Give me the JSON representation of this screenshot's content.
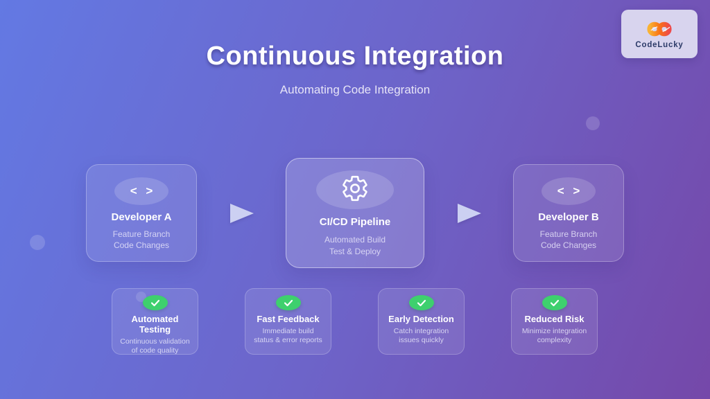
{
  "header": {
    "title": "Continuous Integration",
    "subtitle": "Automating Code Integration"
  },
  "logo": {
    "name": "CodeLucky",
    "icon": "infinity-icon"
  },
  "flow": {
    "nodes": [
      {
        "icon": "code-icon",
        "glyph": "< >",
        "title": "Developer A",
        "desc_line1": "Feature Branch",
        "desc_line2": "Code Changes"
      },
      {
        "icon": "gear-icon",
        "title": "CI/CD Pipeline",
        "desc_line1": "Automated Build",
        "desc_line2": "Test & Deploy"
      },
      {
        "icon": "code-icon",
        "glyph": "< >",
        "title": "Developer B",
        "desc_line1": "Feature Branch",
        "desc_line2": "Code Changes"
      }
    ],
    "arrow_icon": "right-arrow-icon"
  },
  "benefits": [
    {
      "icon": "check-icon",
      "title": "Automated Testing",
      "desc_line1": "Continuous validation",
      "desc_line2": "of code quality"
    },
    {
      "icon": "check-icon",
      "title": "Fast Feedback",
      "desc_line1": "Immediate build",
      "desc_line2": "status & error reports"
    },
    {
      "icon": "check-icon",
      "title": "Early Detection",
      "desc_line1": "Catch integration",
      "desc_line2": "issues quickly"
    },
    {
      "icon": "check-icon",
      "title": "Reduced Risk",
      "desc_line1": "Minimize integration",
      "desc_line2": "complexity"
    }
  ],
  "colors": {
    "background_top_left": "#6379e3",
    "background_bottom_right": "#7548a9",
    "check_badge_green": "#3ed06e",
    "arrow": "#ccd0f2",
    "logo_card_bg": "#d8d4ee",
    "logo_text": "#2c3a68",
    "logo_gradient_start": "#f9b234",
    "logo_gradient_end": "#ee4a49"
  }
}
